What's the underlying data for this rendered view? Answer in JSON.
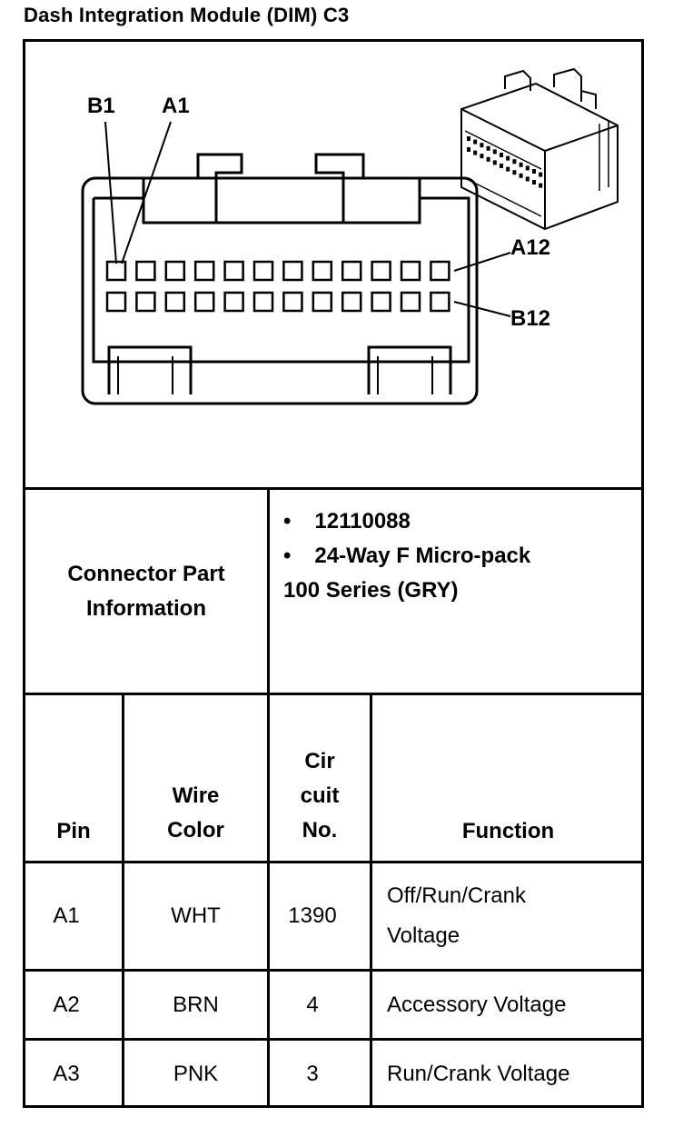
{
  "title": "Dash Integration Module (DIM) C3",
  "diagram": {
    "pin_labels": {
      "b1": "B1",
      "a1": "A1",
      "a12": "A12",
      "b12": "B12"
    }
  },
  "connector_info": {
    "label_line1": "Connector Part",
    "label_line2": "Information",
    "bullet": "•",
    "part_number": "12110088",
    "description_line1": "24-Way F Micro-pack",
    "description_line2": "100 Series (GRY)"
  },
  "table": {
    "headers": {
      "pin": "Pin",
      "wire_color_1": "Wire",
      "wire_color_2": "Color",
      "circuit_1": "Cir",
      "circuit_2": "cuit",
      "circuit_3": "No.",
      "function": "Function"
    },
    "rows": [
      {
        "pin": "A1",
        "wire_color": "WHT",
        "circuit": "1390",
        "function_1": "Off/Run/Crank",
        "function_2": "Voltage"
      },
      {
        "pin": "A2",
        "wire_color": "BRN",
        "circuit": "4",
        "function_1": "Accessory Voltage",
        "function_2": ""
      },
      {
        "pin": "A3",
        "wire_color": "PNK",
        "circuit": "3",
        "function_1": "Run/Crank Voltage",
        "function_2": ""
      }
    ]
  }
}
